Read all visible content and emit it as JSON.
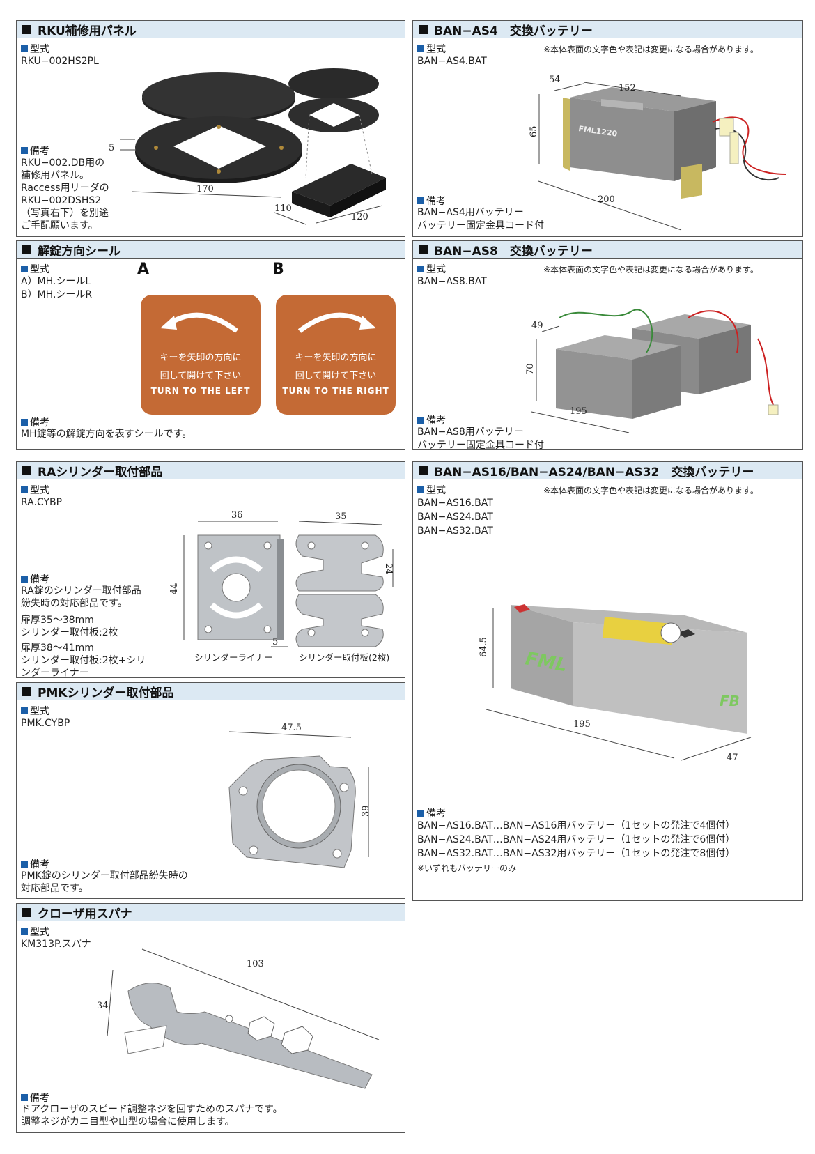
{
  "labels": {
    "model": "型式",
    "remarks": "備考"
  },
  "rku": {
    "title": "RKU補修用パネル",
    "model": "RKU−002HS2PL",
    "remarks": [
      "RKU−002.DB用の",
      "補修用パネル。",
      "Raccess用リーダの",
      "RKU−002DSHS2",
      "（写真右下）を別途",
      "ご手配願います。"
    ],
    "dims": {
      "d5": "5",
      "d170": "170",
      "d110": "110",
      "d120": "120"
    }
  },
  "as4": {
    "title": "BAN−AS4　交換バッテリー",
    "note": "※本体表面の文字色や表記は変更になる場合があります。",
    "model": "BAN−AS4.BAT",
    "remarks": [
      "BAN−AS4用バッテリー",
      "バッテリー固定金具コード付"
    ],
    "dims": {
      "d54": "54",
      "d152": "152",
      "d65": "65",
      "d200": "200"
    },
    "brand": "FML1220"
  },
  "seal": {
    "title": "解錠方向シール",
    "models": [
      "A）MH.シールL",
      "B）MH.シールR"
    ],
    "remarks": "MH錠等の解錠方向を表すシールです。",
    "a": {
      "letter": "A",
      "line1": "キーを矢印の方向に",
      "line2": "回して開けて下さい",
      "line3": "TURN TO THE LEFT"
    },
    "b": {
      "letter": "B",
      "line1": "キーを矢印の方向に",
      "line2": "回して開けて下さい",
      "line3": "TURN TO THE RIGHT"
    }
  },
  "as8": {
    "title": "BAN−AS8　交換バッテリー",
    "note": "※本体表面の文字色や表記は変更になる場合があります。",
    "model": "BAN−AS8.BAT",
    "remarks": [
      "BAN−AS8用バッテリー",
      "バッテリー固定金具コード付"
    ],
    "dims": {
      "d49": "49",
      "d70": "70",
      "d195": "195"
    }
  },
  "ra": {
    "title": "RAシリンダー取付部品",
    "model": "RA.CYBP",
    "remarks": [
      "RA錠のシリンダー取付部品",
      "紛失時の対応部品です。"
    ],
    "spec1": [
      "扉厚35～38mm",
      "シリンダー取付板:2枚"
    ],
    "spec2": [
      "扉厚38～41mm",
      "シリンダー取付板:2枚+シリ",
      "ンダーライナー"
    ],
    "dims": {
      "d36": "36",
      "d44": "44",
      "d35": "35",
      "d24": "24",
      "d5": "5"
    },
    "cap1": "シリンダーライナー",
    "cap2": "シリンダー取付板(2枚)"
  },
  "as16": {
    "title": "BAN−AS16/BAN−AS24/BAN−AS32　交換バッテリー",
    "note": "※本体表面の文字色や表記は変更になる場合があります。",
    "models": [
      "BAN−AS16.BAT",
      "BAN−AS24.BAT",
      "BAN−AS32.BAT"
    ],
    "remarks": [
      "BAN−AS16.BAT…BAN−AS16用バッテリー（1セットの発注で4個付）",
      "BAN−AS24.BAT…BAN−AS24用バッテリー（1セットの発注で6個付）",
      "BAN−AS32.BAT…BAN−AS32用バッテリー（1セットの発注で8個付）"
    ],
    "footnote": "※いずれもバッテリーのみ",
    "dims": {
      "d645": "64.5",
      "d195": "195",
      "d47": "47"
    },
    "brand": "FML",
    "fb": "FB"
  },
  "pmk": {
    "title": "PMKシリンダー取付部品",
    "model": "PMK.CYBP",
    "remarks": [
      "PMK錠のシリンダー取付部品紛失時の",
      "対応部品です。"
    ],
    "dims": {
      "d475": "47.5",
      "d39": "39"
    }
  },
  "closer": {
    "title": "クローザ用スパナ",
    "model": "KM313P.スパナ",
    "remarks": [
      "ドアクローザのスピード調整ネジを回すためのスパナです。",
      "調整ネジがカニ目型や山型の場合に使用します。"
    ],
    "dims": {
      "d34": "34",
      "d103": "103"
    }
  }
}
